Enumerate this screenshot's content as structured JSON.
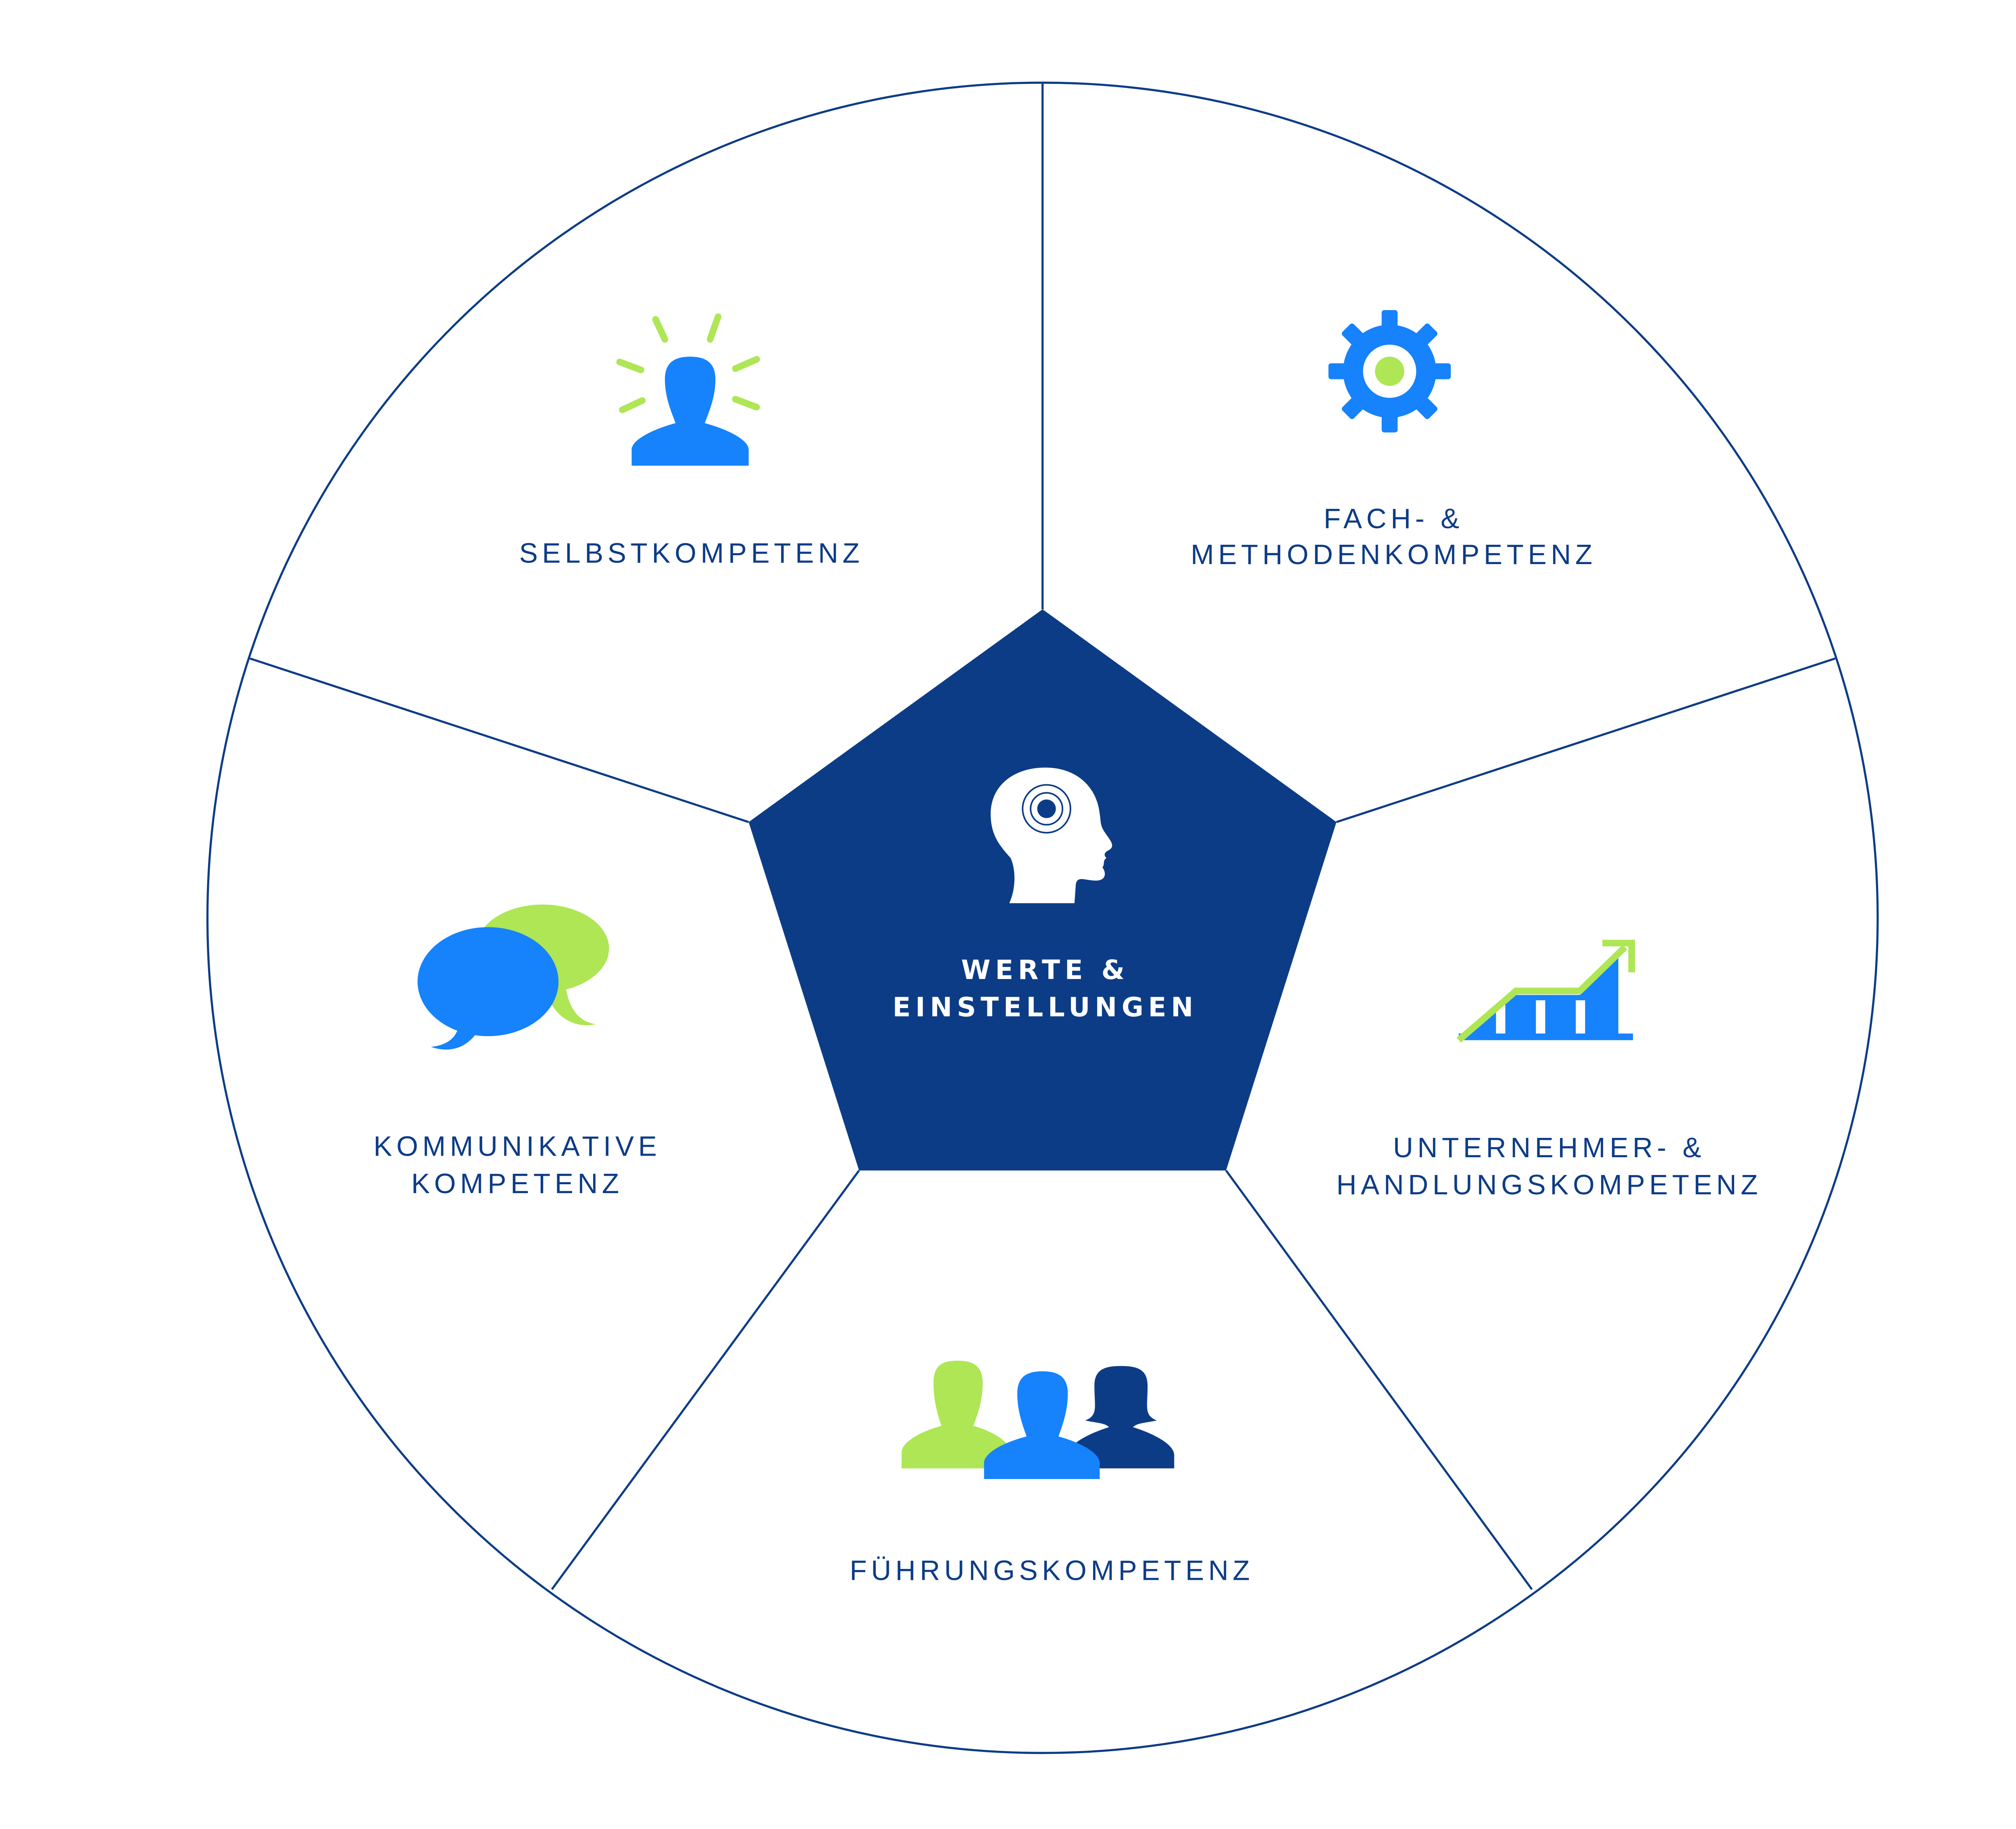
{
  "colors": {
    "navy": "#0d3c87",
    "blue": "#1682fc",
    "green": "#aee655",
    "line": "#0d3c87"
  },
  "center": {
    "line1": "WERTE &",
    "line2": "EINSTELLUNGEN",
    "icon": "head-target-icon"
  },
  "segments": [
    {
      "lines": [
        "SELBSTKOMPETENZ"
      ],
      "icon": "person-idea-icon"
    },
    {
      "lines": [
        "FACH- &",
        "METHODENKOMPETENZ"
      ],
      "icon": "gear-icon"
    },
    {
      "lines": [
        "UNTERNEHMER- &",
        "HANDLUNGSKOMPETENZ"
      ],
      "icon": "growth-chart-icon"
    },
    {
      "lines": [
        "FÜHRUNGSKOMPETENZ"
      ],
      "icon": "team-icon"
    },
    {
      "lines": [
        "KOMMUNIKATIVE",
        "KOMPETENZ"
      ],
      "icon": "speech-bubbles-icon"
    }
  ]
}
